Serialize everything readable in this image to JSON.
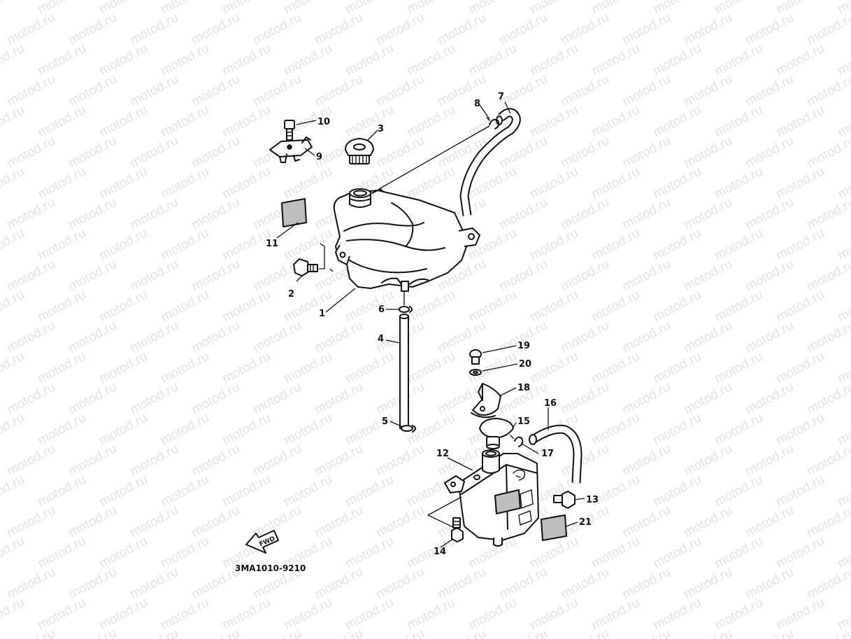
{
  "watermark": {
    "text": "motod.ru"
  },
  "diagram_code": "3MA1010-9210",
  "fwd_label": "FWD",
  "callouts": [
    {
      "id": "c1",
      "label": "1"
    },
    {
      "id": "c2",
      "label": "2"
    },
    {
      "id": "c3",
      "label": "3"
    },
    {
      "id": "c4",
      "label": "4"
    },
    {
      "id": "c5",
      "label": "5"
    },
    {
      "id": "c6",
      "label": "6"
    },
    {
      "id": "c7",
      "label": "7"
    },
    {
      "id": "c8",
      "label": "8"
    },
    {
      "id": "c9",
      "label": "9"
    },
    {
      "id": "c10",
      "label": "10"
    },
    {
      "id": "c11",
      "label": "11"
    },
    {
      "id": "c12",
      "label": "12"
    },
    {
      "id": "c13",
      "label": "13"
    },
    {
      "id": "c14",
      "label": "14"
    },
    {
      "id": "c15",
      "label": "15"
    },
    {
      "id": "c16",
      "label": "16"
    },
    {
      "id": "c17",
      "label": "17"
    },
    {
      "id": "c18",
      "label": "18"
    },
    {
      "id": "c19",
      "label": "19"
    },
    {
      "id": "c20",
      "label": "20"
    },
    {
      "id": "c21",
      "label": "21"
    }
  ]
}
